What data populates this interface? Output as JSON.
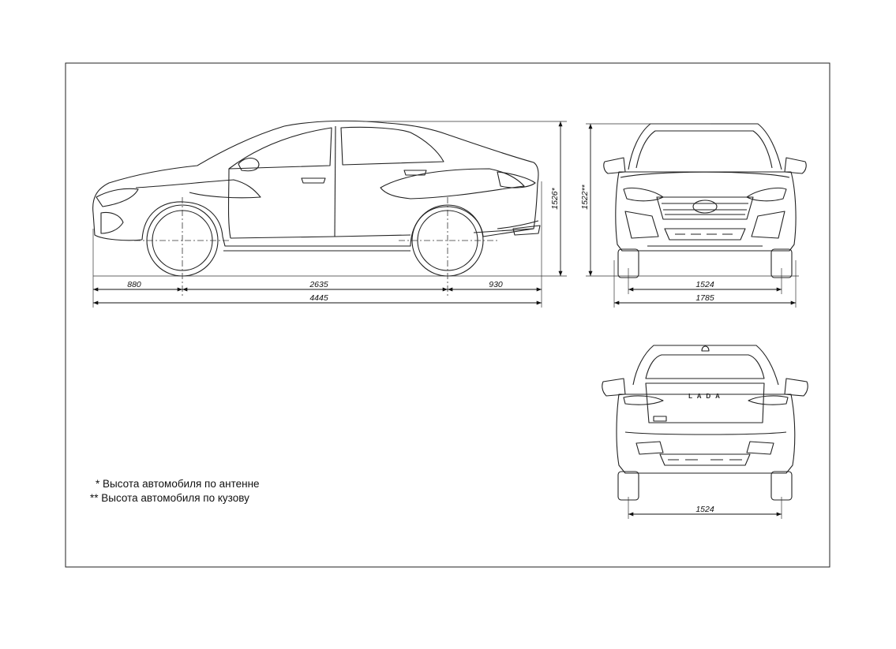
{
  "side_view": {
    "front_overhang": "880",
    "wheelbase": "2635",
    "rear_overhang": "930",
    "overall_length": "4445",
    "height_antenna": "1526*",
    "height_body": "1522**"
  },
  "front_view": {
    "track": "1524",
    "overall_width": "1785"
  },
  "rear_view": {
    "track": "1524",
    "badge": "L A D A"
  },
  "notes": {
    "antenna": "* Высота автомобиля по антенне",
    "body": "** Высота автомобиля по кузову"
  }
}
